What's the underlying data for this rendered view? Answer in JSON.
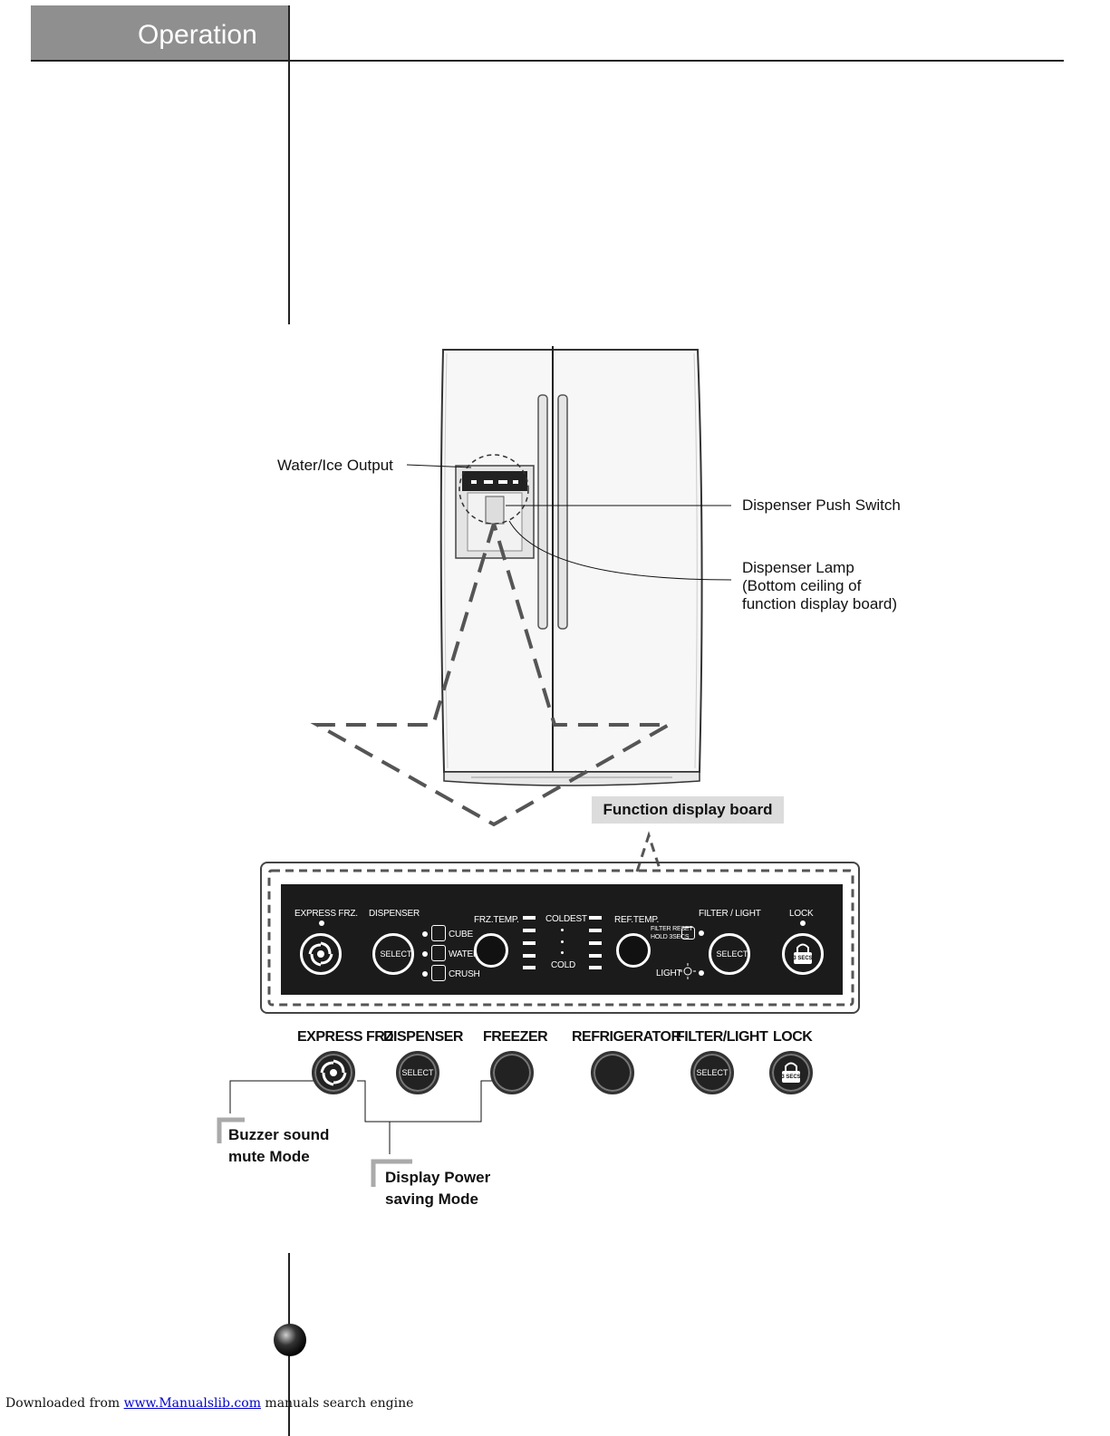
{
  "header": {
    "title": "Operation"
  },
  "callouts": {
    "water_ice_output": "Water/Ice Output",
    "dispenser_push_switch": "Dispenser Push Switch",
    "dispenser_lamp_1": "Dispenser Lamp",
    "dispenser_lamp_2": "(Bottom  ceiling of",
    "dispenser_lamp_3": "function display board)",
    "function_display_board": "Function  display  board"
  },
  "panel": {
    "express_frz": "EXPRESS FRZ.",
    "dispenser": "DISPENSER",
    "select_1": "SELECT",
    "cube": "CUBE",
    "water": "WATER",
    "crush": "CRUSH",
    "frz_temp": "FRZ.TEMP.",
    "coldest": "COLDEST",
    "cold": "COLD",
    "ref_temp": "REF.TEMP.",
    "filter_light": "FILTER / LIGHT",
    "filter_reset_1": "FILTER RESET",
    "filter_reset_2": "HOLD 3SECS",
    "light": "LIGHT",
    "select_2": "SELECT",
    "lock": "LOCK",
    "lock_secs": "3 SECS"
  },
  "buttons": {
    "express_frz": "EXPRESS FRZ",
    "dispenser": "DISPENSER",
    "freezer": "FREEZER",
    "refrigerator": "REFRIGERATOR",
    "filter_light": "FILTER/LIGHT",
    "lock": "LOCK",
    "select_1": "SELECT",
    "select_2": "SELECT",
    "lock_secs": "3 SECS"
  },
  "modes": {
    "buzzer_1": "Buzzer sound",
    "buzzer_2": "mute  Mode",
    "display_1": "Display Power",
    "display_2": "saving Mode"
  },
  "footer": {
    "prefix": "Downloaded from ",
    "link": "www.Manualslib.com",
    "suffix": "  manuals search engine"
  }
}
